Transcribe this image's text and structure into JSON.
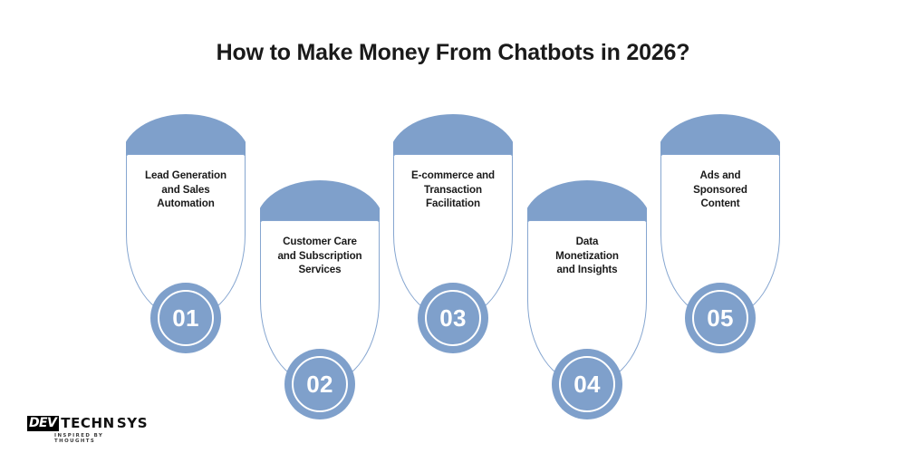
{
  "page": {
    "title": "How to Make Money From Chatbots in 2026?",
    "background_color": "#ffffff"
  },
  "theme": {
    "accent_blue": "#7fa0cb",
    "border_blue": "#86a6d0",
    "text_dark": "#1a1a1a",
    "badge_text": "#ffffff",
    "logo_orange": "#f0881f"
  },
  "steps": [
    {
      "number": "01",
      "label": "Lead Generation and Sales Automation",
      "line1": "Lead Generation",
      "line2": "and Sales",
      "line3": "Automation"
    },
    {
      "number": "02",
      "label": "Customer Care and Subscription Services",
      "line1": "Customer Care",
      "line2": "and Subscription",
      "line3": "Services"
    },
    {
      "number": "03",
      "label": "E-commerce and Transaction Facilitation",
      "line1": "E-commerce and",
      "line2": "Transaction",
      "line3": "Facilitation"
    },
    {
      "number": "04",
      "label": "Data Monetization and Insights",
      "line1": "Data",
      "line2": "Monetization",
      "line3": "and Insights"
    },
    {
      "number": "05",
      "label": "Ads and Sponsored Content",
      "line1": "Ads and",
      "line2": "Sponsored",
      "line3": "Content"
    }
  ],
  "logo": {
    "mark": "DEV",
    "word_part1": "TECHN",
    "word_part2": "SYS",
    "tagline": "INSPIRED BY THOUGHTS"
  }
}
